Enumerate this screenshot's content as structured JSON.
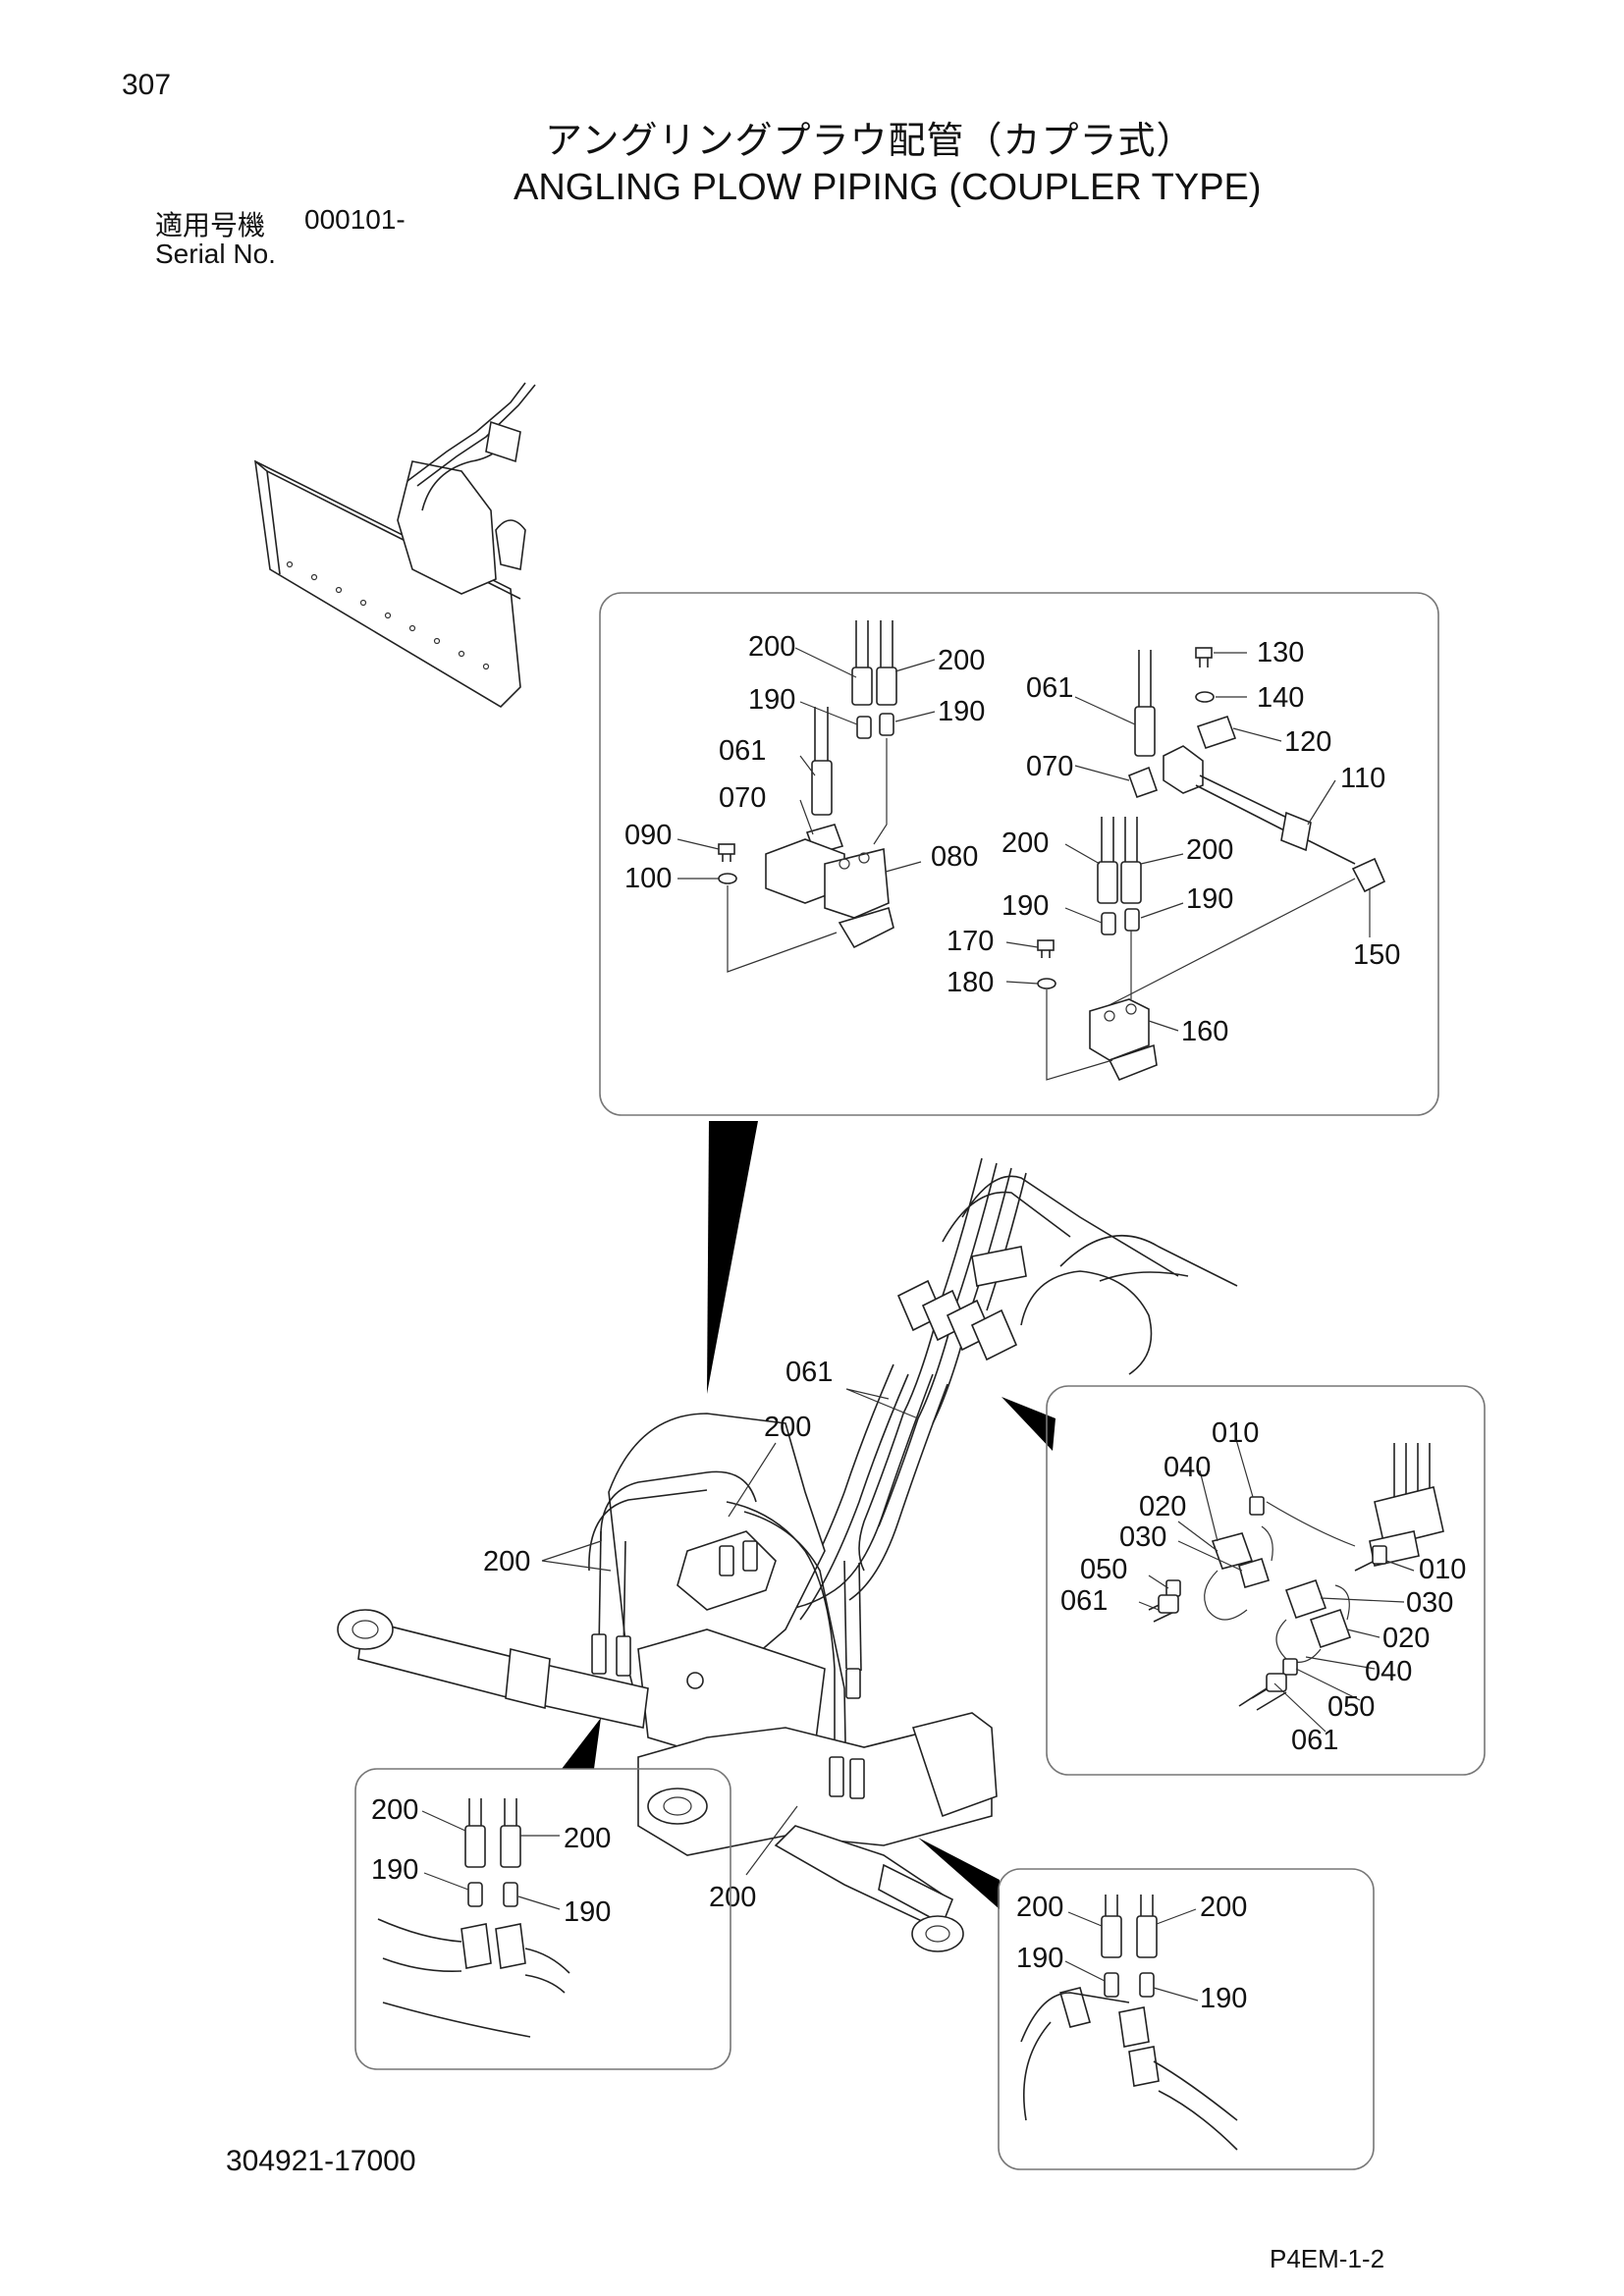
{
  "header": {
    "page_number": "307",
    "title_jp": "アングリングプラウ配管（カプラ式）",
    "title_en": "ANGLING PLOW PIPING (COUPLER TYPE)",
    "serial_label_jp": "適用号機",
    "serial_value": "000101-",
    "serial_label_en": "Serial No."
  },
  "footer": {
    "drawing_number": "304921-17000",
    "page_code": "P4EM-1-2"
  },
  "callouts": {
    "top_detail": [
      "200",
      "200",
      "190",
      "190",
      "061",
      "070",
      "090",
      "100",
      "080",
      "061",
      "070",
      "130",
      "140",
      "120",
      "110",
      "200",
      "200",
      "190",
      "190",
      "170",
      "180",
      "160",
      "150"
    ],
    "main_view": [
      "061",
      "200",
      "200",
      "200"
    ],
    "right_detail": [
      "010",
      "040",
      "020",
      "030",
      "050",
      "061",
      "010",
      "030",
      "020",
      "040",
      "050",
      "061"
    ],
    "bottom_left_detail": [
      "200",
      "200",
      "190",
      "190"
    ],
    "bottom_right_detail": [
      "200",
      "200",
      "190",
      "190"
    ]
  }
}
